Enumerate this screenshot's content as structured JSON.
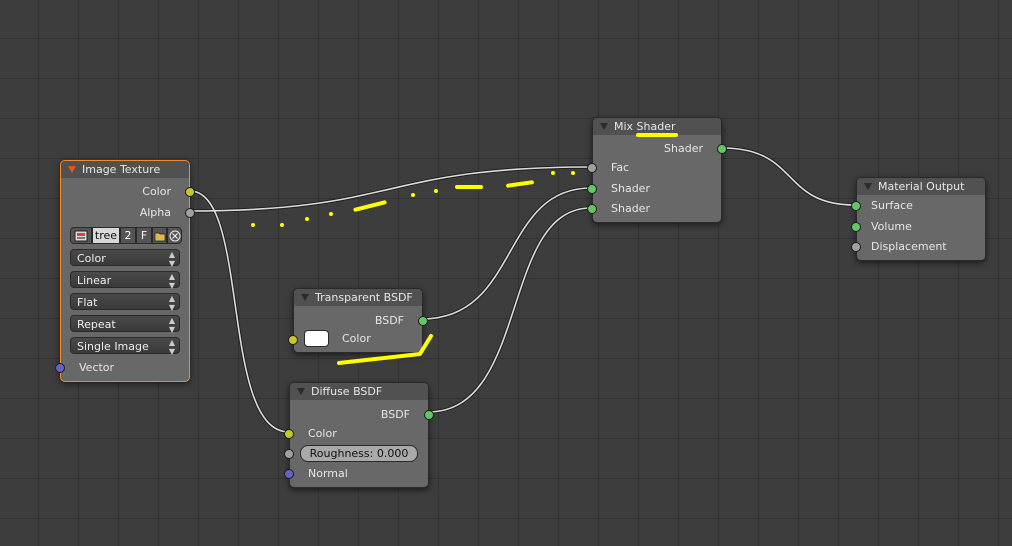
{
  "nodes": {
    "image_texture": {
      "title": "Image Texture",
      "outputs": [
        "Color",
        "Alpha"
      ],
      "image": {
        "name": "tree",
        "users": "2",
        "fake_user": "F"
      },
      "color_space": "Color",
      "interpolation": "Linear",
      "projection": "Flat",
      "extension": "Repeat",
      "source": "Single Image",
      "inputs": [
        "Vector"
      ]
    },
    "mix_shader": {
      "title": "Mix Shader",
      "outputs": [
        "Shader"
      ],
      "inputs": [
        "Fac",
        "Shader",
        "Shader"
      ]
    },
    "material_output": {
      "title": "Material Output",
      "inputs": [
        "Surface",
        "Volume",
        "Displacement"
      ]
    },
    "transparent_bsdf": {
      "title": "Transparent BSDF",
      "outputs": [
        "BSDF"
      ],
      "inputs": [
        "Color"
      ],
      "color": "#ffffff"
    },
    "diffuse_bsdf": {
      "title": "Diffuse BSDF",
      "outputs": [
        "BSDF"
      ],
      "inputs": [
        "Color",
        "Normal"
      ],
      "roughness_label": "Roughness:",
      "roughness_value": "0.000"
    }
  },
  "colors": {
    "background": "#3d3d3d",
    "grid": "#333333",
    "node_body": "#686868",
    "node_header": "#515151",
    "selected_outline": "#f08a2c",
    "socket_color": "#c7c729",
    "socket_float": "#a1a1a1",
    "socket_shader": "#63c763",
    "socket_vector": "#6363c7",
    "annotation": "#ffff00"
  }
}
